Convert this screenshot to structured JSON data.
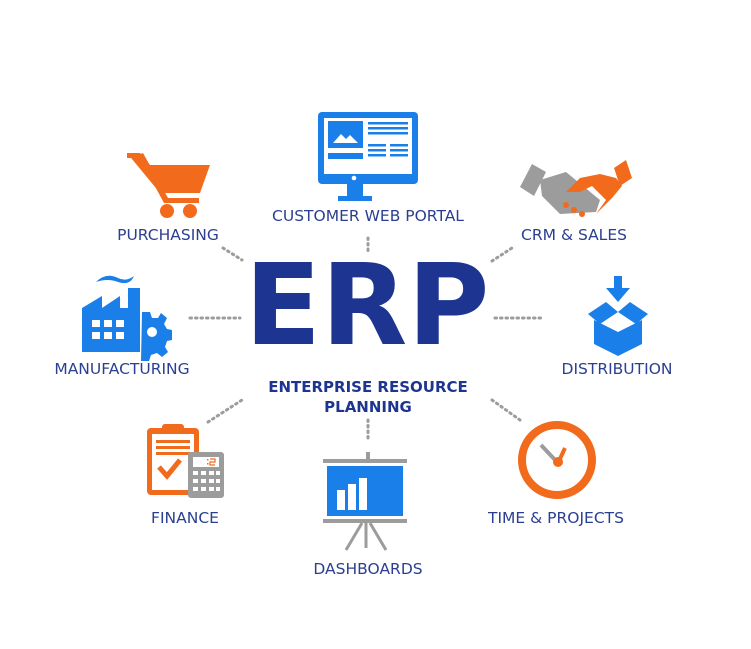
{
  "center": {
    "title": "ERP",
    "subtitle_line1": "ENTERPRISE RESOURCE",
    "subtitle_line2": "PLANNING"
  },
  "modules": {
    "customer_web_portal": "CUSTOMER WEB PORTAL",
    "purchasing": "PURCHASING",
    "crm_sales": "CRM & SALES",
    "manufacturing": "MANUFACTURING",
    "distribution": "DISTRIBUTION",
    "finance": "FINANCE",
    "dashboards": "DASHBOARDS",
    "time_projects": "TIME & PROJECTS"
  },
  "colors": {
    "blue": "#1a7fe8",
    "navy": "#1d3591",
    "orange": "#f26b1d",
    "gray": "#9c9c9c"
  }
}
